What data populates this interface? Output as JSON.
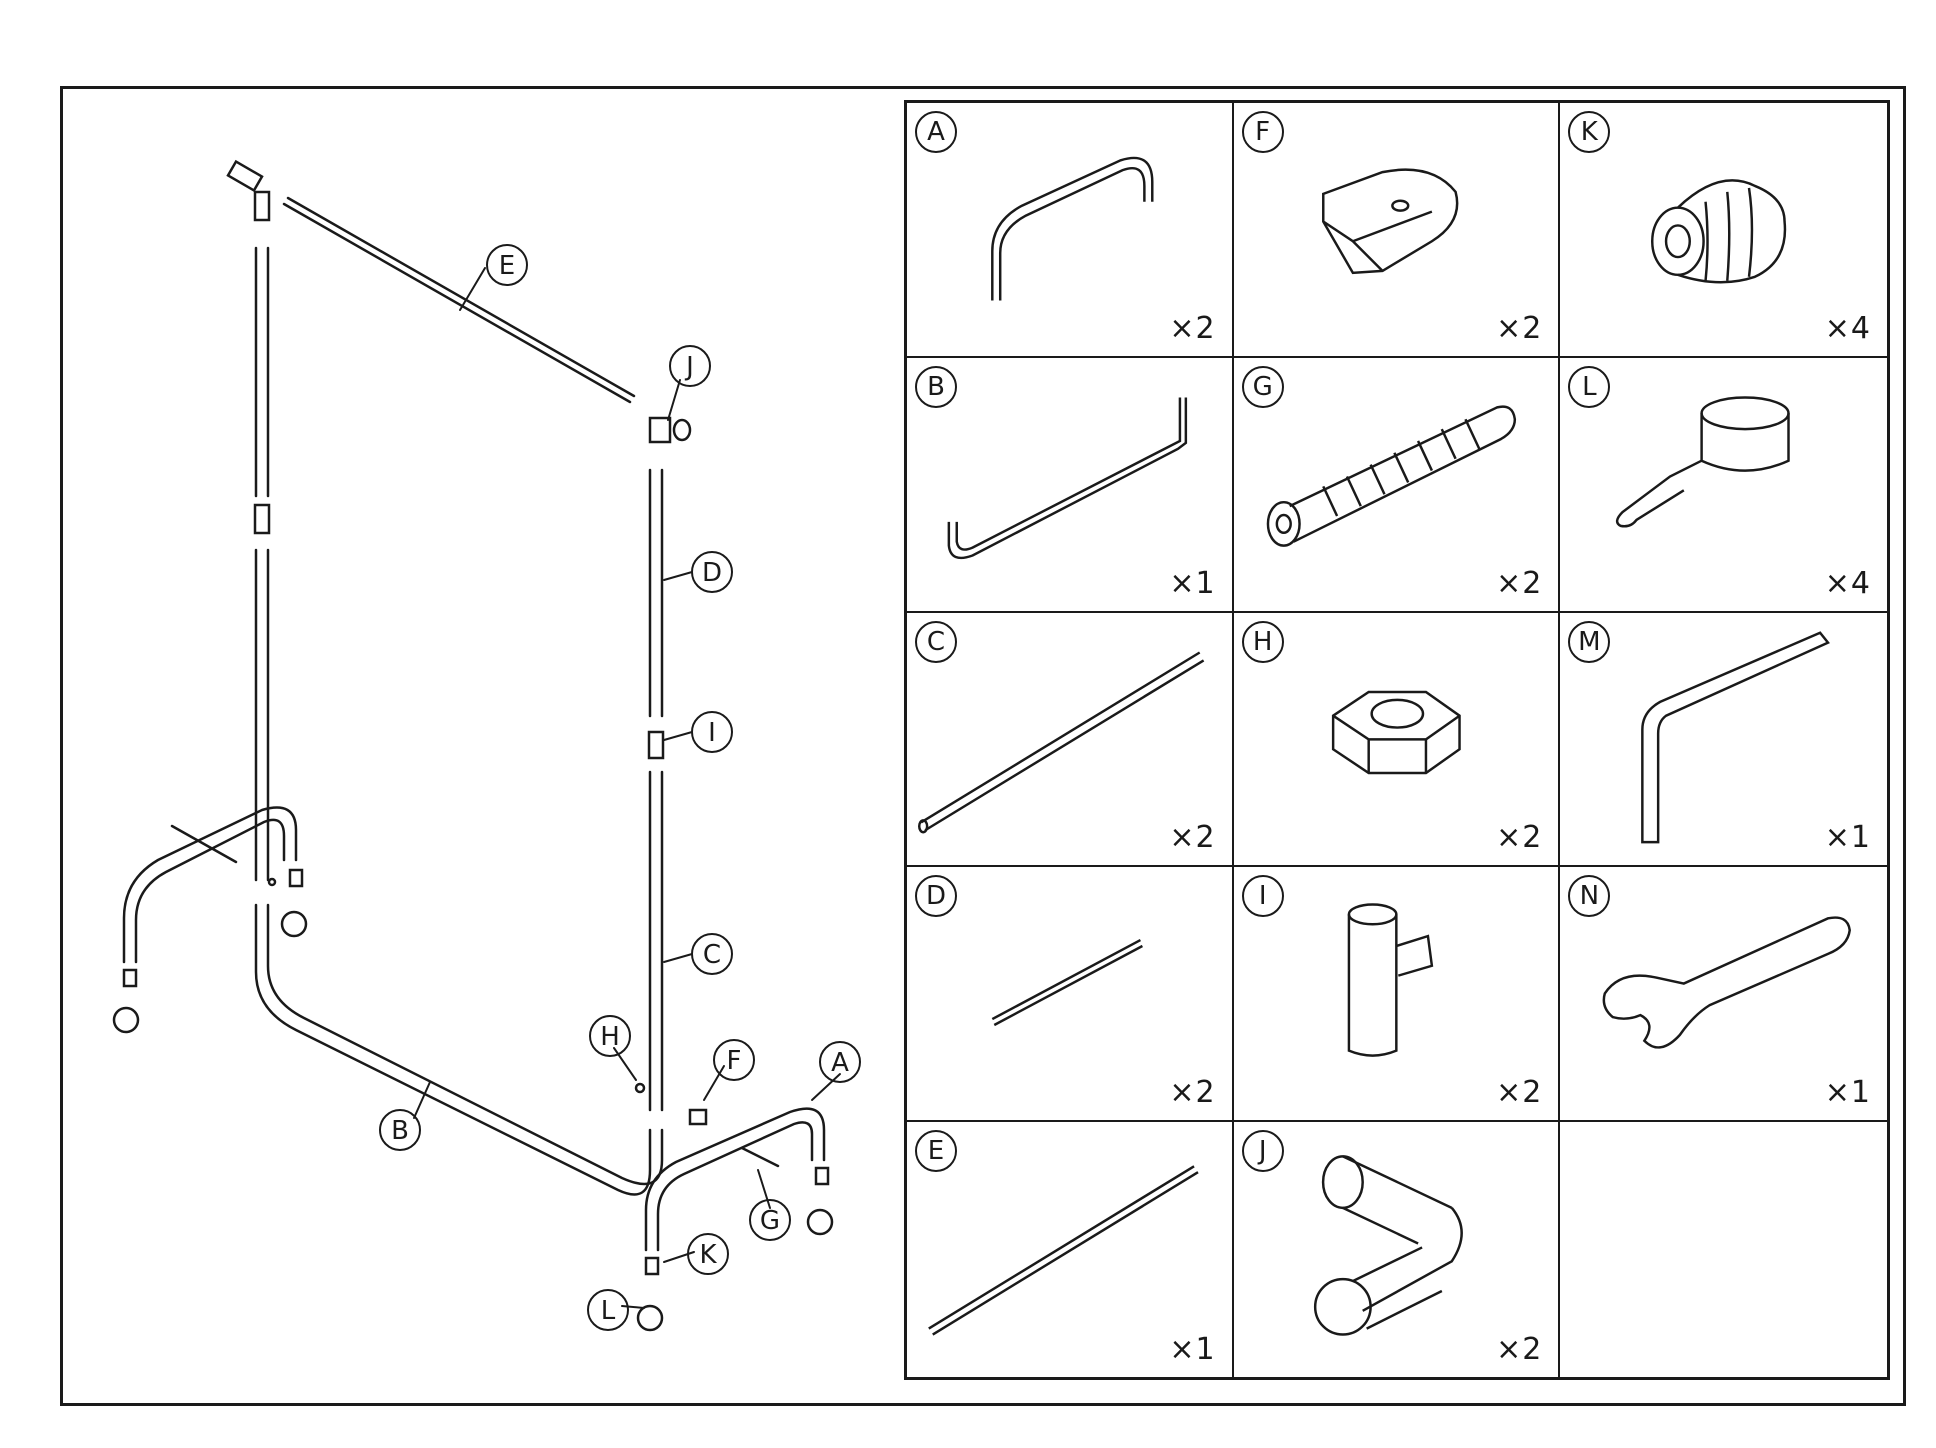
{
  "callouts": {
    "E": "E",
    "J": "J",
    "D": "D",
    "I": "I",
    "C": "C",
    "H": "H",
    "F": "F",
    "A": "A",
    "B": "B",
    "G": "G",
    "K": "K",
    "L": "L"
  },
  "parts": [
    {
      "id": "A",
      "qty": "×2",
      "icon": "u-bent-tube"
    },
    {
      "id": "F",
      "qty": "×2",
      "icon": "slotted-bracket"
    },
    {
      "id": "K",
      "qty": "×4",
      "icon": "spring-bumper"
    },
    {
      "id": "B",
      "qty": "×1",
      "icon": "long-bent-tube"
    },
    {
      "id": "G",
      "qty": "×2",
      "icon": "threaded-bolt"
    },
    {
      "id": "L",
      "qty": "×4",
      "icon": "caster-clamp"
    },
    {
      "id": "C",
      "qty": "×2",
      "icon": "long-tube"
    },
    {
      "id": "H",
      "qty": "×2",
      "icon": "hex-nut"
    },
    {
      "id": "M",
      "qty": "×1",
      "icon": "allen-key"
    },
    {
      "id": "D",
      "qty": "×2",
      "icon": "short-tube"
    },
    {
      "id": "I",
      "qty": "×2",
      "icon": "tube-clamp"
    },
    {
      "id": "N",
      "qty": "×1",
      "icon": "open-wrench"
    },
    {
      "id": "E",
      "qty": "×1",
      "icon": "cross-tube"
    },
    {
      "id": "J",
      "qty": "×2",
      "icon": "elbow-connector"
    },
    {
      "id": "",
      "qty": "",
      "icon": "empty"
    }
  ]
}
